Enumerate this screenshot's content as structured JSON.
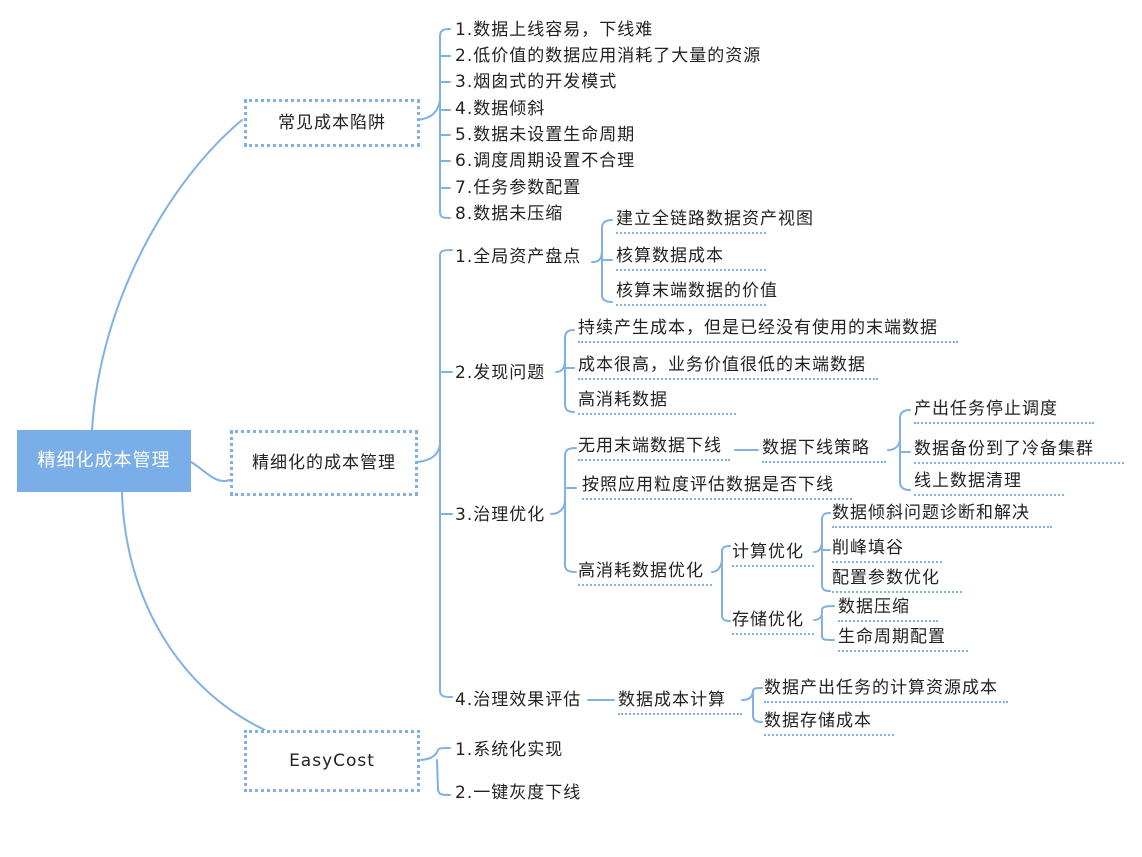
{
  "root": "精细化成本管理",
  "l1": [
    "常见成本陷阱",
    "精细化的成本管理",
    "EasyCost"
  ],
  "traps": [
    "1.数据上线容易，下线难",
    "2.低价值的数据应用消耗了大量的资源",
    "3.烟囱式的开发模式",
    "4.数据倾斜",
    "5.数据未设置生命周期",
    "6.调度周期设置不合理",
    "7.任务参数配置",
    "8.数据未压缩"
  ],
  "mgmt": {
    "steps": [
      "1.全局资产盘点",
      "2.发现问题",
      "3.治理优化",
      "4.治理效果评估"
    ],
    "inventory": [
      "建立全链路数据资产视图",
      "核算数据成本",
      "核算末端数据的价值"
    ],
    "problems": [
      "持续产生成本，但是已经没有使用的末端数据",
      "成本很高，业务价值很低的末端数据",
      "高消耗数据"
    ],
    "opt": {
      "unused": "无用末端数据下线",
      "strategy": "数据下线策略",
      "strategy_items": [
        "产出任务停止调度",
        "数据备份到了冷备集群",
        "线上数据清理"
      ],
      "granularity": "按照应用粒度评估数据是否下线",
      "high": "高消耗数据优化",
      "compute": "计算优化",
      "compute_items": [
        "数据倾斜问题诊断和解决",
        "削峰填谷",
        "配置参数优化"
      ],
      "storage": "存储优化",
      "storage_items": [
        "数据压缩",
        "生命周期配置"
      ]
    },
    "eval": {
      "calc": "数据成本计算",
      "items": [
        "数据产出任务的计算资源成本",
        "数据存储成本"
      ]
    }
  },
  "easycost": [
    "1.系统化实现",
    "2.一键灰度下线"
  ]
}
